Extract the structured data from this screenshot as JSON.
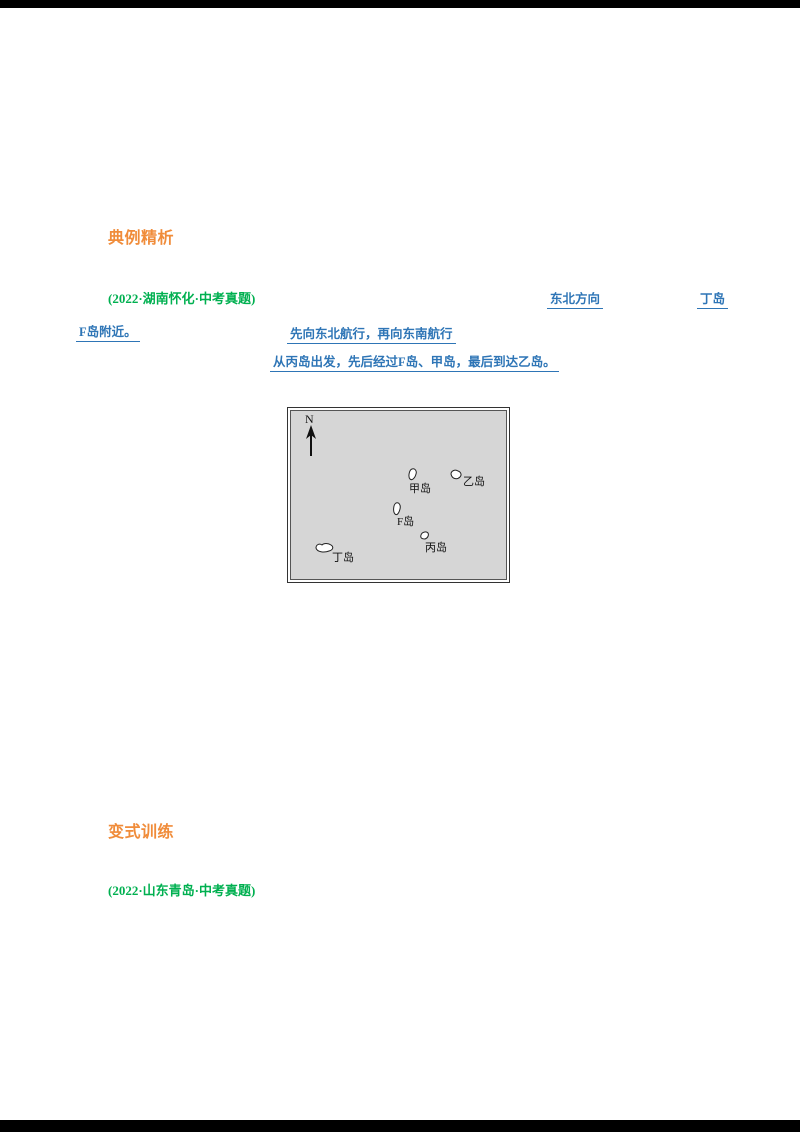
{
  "sections": {
    "example_header": "典例精析",
    "practice_header": "变式训练",
    "example_source": "(2022·湖南怀化·中考真题)",
    "practice_source": "(2022·山东青岛·中考真题)"
  },
  "answers": {
    "blank1": "东北方向",
    "blank2": "丁岛",
    "line2_left": "F岛附近。",
    "blank3": "先向东北航行，再向东南航行",
    "blank4": "从丙岛出发，先后经过F岛、甲岛，最后到达乙岛。"
  },
  "map": {
    "compass_label": "N",
    "islands": [
      {
        "label": "甲岛"
      },
      {
        "label": "乙岛"
      },
      {
        "label": "F岛"
      },
      {
        "label": "丙岛"
      },
      {
        "label": "丁岛"
      }
    ]
  },
  "colors": {
    "header_orange": "#F08C3A",
    "source_green": "#00B050",
    "answer_blue": "#2E75B6",
    "map_background": "#d6d6d6"
  }
}
